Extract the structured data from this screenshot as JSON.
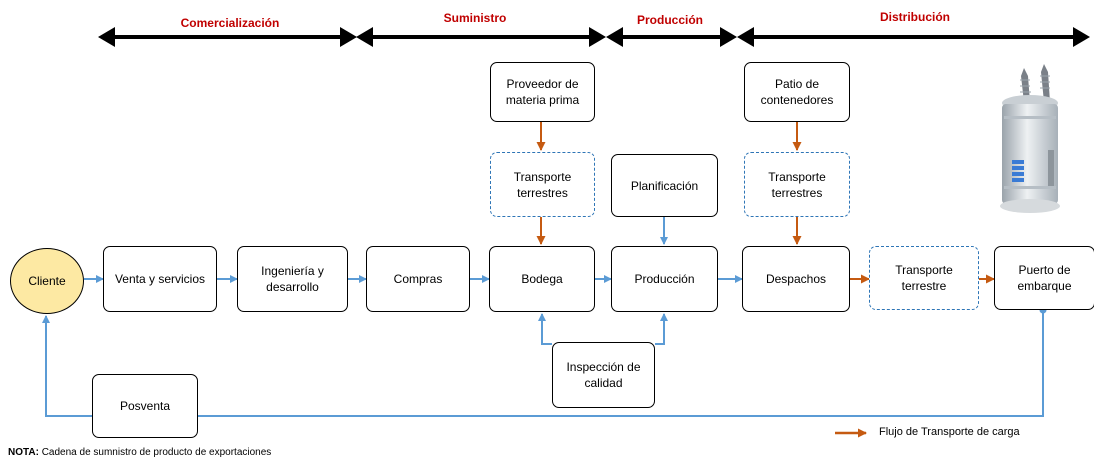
{
  "phases": {
    "comercializacion": "Comercialización",
    "suministro": "Suministro",
    "produccion": "Producción",
    "distribucion": "Distribución"
  },
  "nodes": {
    "cliente": "Cliente",
    "venta": "Venta y servicios",
    "ingenieria": "Ingeniería y\ndesarrollo",
    "compras": "Compras",
    "bodega": "Bodega",
    "produccion": "Producción",
    "despachos": "Despachos",
    "transporte_terrestre": "Transporte\nterrestre",
    "puerto": "Puerto de\nembarque",
    "proveedor": "Proveedor de\nmateria prima",
    "transporte_terrestres_1": "Transporte\nterrestres",
    "planificacion": "Planificación",
    "patio": "Patio de\ncontenedores",
    "transporte_terrestres_2": "Transporte\nterrestres",
    "inspeccion": "Inspección de\ncalidad",
    "posventa": "Posventa"
  },
  "legend": {
    "label": "Flujo de Transporte de carga"
  },
  "note": {
    "label": "NOTA:",
    "text": " Cadena de sumnistro de producto de exportaciones"
  },
  "colors": {
    "info_flow": "#5b9bd5",
    "cargo_flow": "#c55a11",
    "phase_text": "#c00000",
    "client_fill": "#fde9a3"
  },
  "image": {
    "depicts": "transformer-icon"
  }
}
